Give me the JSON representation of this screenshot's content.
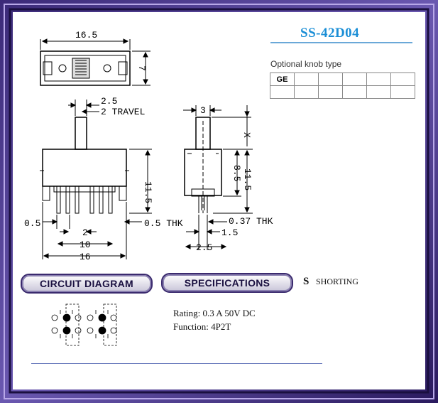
{
  "part_number": "SS-42D04",
  "knob": {
    "caption": "Optional knob type",
    "rows": [
      [
        "GE",
        "",
        "",
        "",
        "",
        ""
      ],
      [
        "",
        "",
        "",
        "",
        "",
        ""
      ]
    ]
  },
  "sections": {
    "circuit": "CIRCUIT DIAGRAM",
    "specifications": "SPECIFICATIONS",
    "shorting_icon": "S",
    "shorting": "SHORTING"
  },
  "specs": {
    "rating": "Rating: 0.3 A  50V  DC",
    "function": "Function: 4P2T"
  },
  "dimensions": {
    "top_width": "16.5",
    "top_height": "7",
    "actuator_width": "2.5",
    "travel": "2 TRAVEL",
    "body_height_front": "11.5",
    "pin_thk": "0.5",
    "pin_thk_label": "0.5 THK",
    "pin_pitch": "2",
    "span_10": "10",
    "span_16": "16",
    "side_actuator": "3",
    "side_x": "X",
    "side_body": "8.5",
    "side_total": "11.5",
    "side_thk": "0.37 THK",
    "side_pin": "1.5",
    "side_base": "2.5"
  }
}
